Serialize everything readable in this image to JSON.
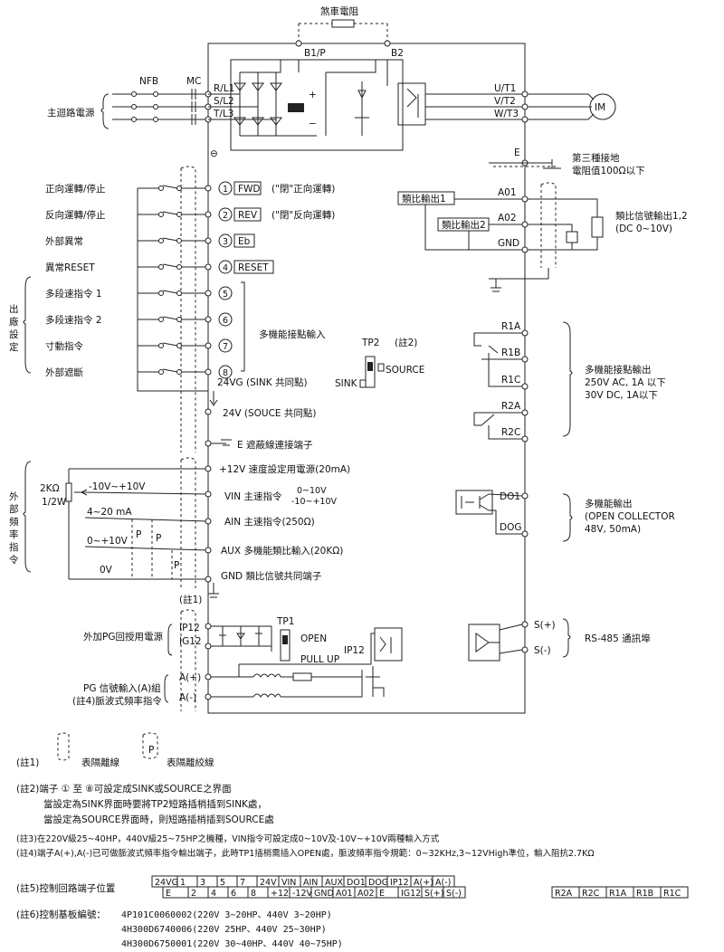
{
  "brake_resistor": "煞車電阻",
  "bus": {
    "b1p": "B1/P",
    "b2": "B2",
    "minus": "⊖",
    "plus": "+",
    "neg": "−"
  },
  "mains": {
    "label": "主迴路電源",
    "nfb": "NFB",
    "mc": "MC",
    "r": "R/L1",
    "s": "S/L2",
    "t": "T/L3"
  },
  "output": {
    "u": "U/T1",
    "v": "V/T2",
    "w": "W/T3",
    "motor": "IM",
    "e": "E",
    "ground1": "第三種接地",
    "ground2": "電阻值100Ω以下"
  },
  "factory_label": "出\n廠\n設\n定",
  "inputs": [
    {
      "name": "正向運轉/停止",
      "num": "1",
      "term": "FWD",
      "desc": "(\"閉\"正向運轉)"
    },
    {
      "name": "反向運轉/停止",
      "num": "2",
      "term": "REV",
      "desc": "(\"閉\"反向運轉)"
    },
    {
      "name": "外部異常",
      "num": "3",
      "term": "Eb",
      "desc": ""
    },
    {
      "name": "異常RESET",
      "num": "4",
      "term": "RESET",
      "desc": ""
    },
    {
      "name": "多段速指令 1",
      "num": "5",
      "term": "",
      "desc": ""
    },
    {
      "name": "多段速指令 2",
      "num": "6",
      "term": "",
      "desc": ""
    },
    {
      "name": "寸動指令",
      "num": "7",
      "term": "",
      "desc": ""
    },
    {
      "name": "外部遮斷",
      "num": "8",
      "term": "",
      "desc": ""
    }
  ],
  "multi_input": "多機能接點輸入",
  "sink_common": "24VG   (SINK 共同點)",
  "source_common": "24V   (SOUCE 共同點)",
  "shield": "E 遮蔽線連接端子",
  "tp2": {
    "label": "TP2",
    "note": "(註2)",
    "sink": "SINK",
    "source": "SOURCE"
  },
  "analog_out": {
    "out1": "類比輸出1",
    "out2": "類比輸出2",
    "a01": "A01",
    "a02": "A02",
    "gnd": "GND",
    "desc1": "類比信號輸出1,2",
    "desc2": "(DC 0~10V)"
  },
  "relays": {
    "r1a": "R1A",
    "r1b": "R1B",
    "r1c": "R1C",
    "r2a": "R2A",
    "r2c": "R2C",
    "desc1": "多機能接點輸出",
    "desc2": "250V AC, 1A 以下",
    "desc3": "30V DC, 1A以下"
  },
  "ext_freq": {
    "label": "外\n部\n頻\n率\n指\n令",
    "pot": "2KΩ",
    "pot_w": "1/2W",
    "range1": "-10V~+10V",
    "range2": "4~20 mA",
    "range3": "0~+10V",
    "range4": "0V",
    "p": "P"
  },
  "analog_in": {
    "p12v": "+12V 速度設定用電源(20mA)",
    "vin": "VIN 主速指令",
    "vin_r1": "0~10V",
    "vin_r2": "-10~+10V",
    "ain": "AIN 主速指令(250Ω)",
    "aux": "AUX 多機能類比輸入(20KΩ)",
    "gnd": "GND 類比信號共同端子",
    "note1": "(註1)"
  },
  "do": {
    "do1": "DO1",
    "dog": "DOG",
    "desc1": "多機能輸出",
    "desc2": "(OPEN COLLECTOR",
    "desc3": "48V, 50mA)"
  },
  "pg": {
    "supply": "外加PG回授用電源",
    "ip12": "IP12",
    "ig12": "IG12",
    "tp1": "TP1",
    "open": "OPEN",
    "pullup": "PULL UP",
    "ip12b": "IP12",
    "input1": "PG 信號輸入(A)組",
    "input2": "(註4)脈波式頻率指令",
    "ap": "A(+)",
    "am": "A(-)"
  },
  "rs485": {
    "sp": "S(+)",
    "sm": "S(-)",
    "desc": "RS-485 通訊埠"
  },
  "legend": {
    "note1": "(註1)",
    "shield": "表隔離線",
    "twisted": "表隔離絞線",
    "p": "P"
  },
  "notes": {
    "n2a": "(註2)端子 ① 至 ⑧可設定成SINK或SOURCE之界面",
    "n2b": "當設定為SINK界面時要將TP2短路插梢插到SINK處，",
    "n2c": "當設定為SOURCE界面時，則短路插梢插到SOURCE處",
    "n3": "(註3)在220V級25~40HP，440V級25~75HP之機種，VIN指令可設定成0~10V及-10V~+10V兩種輸入方式",
    "n4": "(註4)端子A(+),A(-)已可做脈波式頻率指令輸出端子，此時TP1插梢需插入OPEN處，脈波頻率指令規範：0~32KHz,3~12VHigh準位，輸入阻抗2.7KΩ",
    "n5": "(註5)控制回路端子位置",
    "n6": "(註6)控制基板編號：",
    "boards": [
      "4P101C0060002(220V 3~20HP、440V 3~20HP)",
      "4H300D6740006(220V 25HP、440V 25~30HP)",
      "4H300D6750001(220V 30~40HP、440V 40~75HP)"
    ]
  },
  "terminals": {
    "row1": [
      "24VG",
      "1",
      "3",
      "5",
      "7",
      "24V",
      "VIN",
      "AIN",
      "AUX",
      "DO1",
      "DOG",
      "IP12",
      "A(+)",
      "A(-)"
    ],
    "row2": [
      "E",
      "2",
      "4",
      "6",
      "8",
      "+12V",
      "-12V",
      "GND",
      "A01",
      "A02",
      "E",
      "IG12",
      "S(+)",
      "S(-)"
    ],
    "relay": [
      "R2A",
      "R2C",
      "R1A",
      "R1B",
      "R1C"
    ]
  }
}
